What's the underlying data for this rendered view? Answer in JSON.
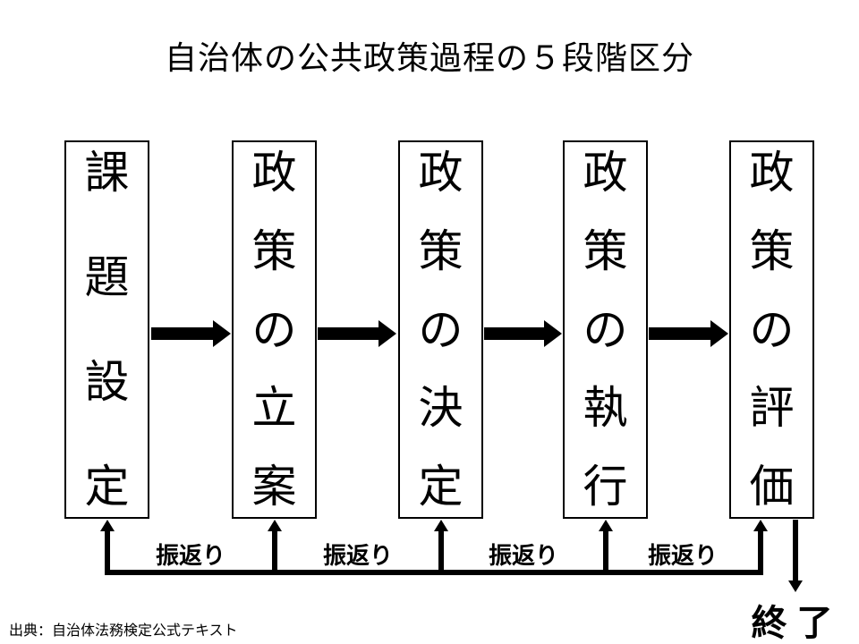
{
  "title": "自治体の公共政策過程の５段階区分",
  "colors": {
    "background": "#ffffff",
    "foreground": "#000000"
  },
  "stages": [
    {
      "name": "課題設定",
      "chars": [
        "課",
        "題",
        "設",
        "定"
      ]
    },
    {
      "name": "政策の立案",
      "chars": [
        "政",
        "策",
        "の",
        "立",
        "案"
      ]
    },
    {
      "name": "政策の決定",
      "chars": [
        "政",
        "策",
        "の",
        "決",
        "定"
      ]
    },
    {
      "name": "政策の執行",
      "chars": [
        "政",
        "策",
        "の",
        "執",
        "行"
      ]
    },
    {
      "name": "政策の評価",
      "chars": [
        "政",
        "策",
        "の",
        "評",
        "価"
      ]
    }
  ],
  "feedback": {
    "labels": [
      "振返り",
      "振返り",
      "振返り",
      "振返り"
    ]
  },
  "end_label": "終 了",
  "source": "出典：自治体法務検定公式テキスト"
}
